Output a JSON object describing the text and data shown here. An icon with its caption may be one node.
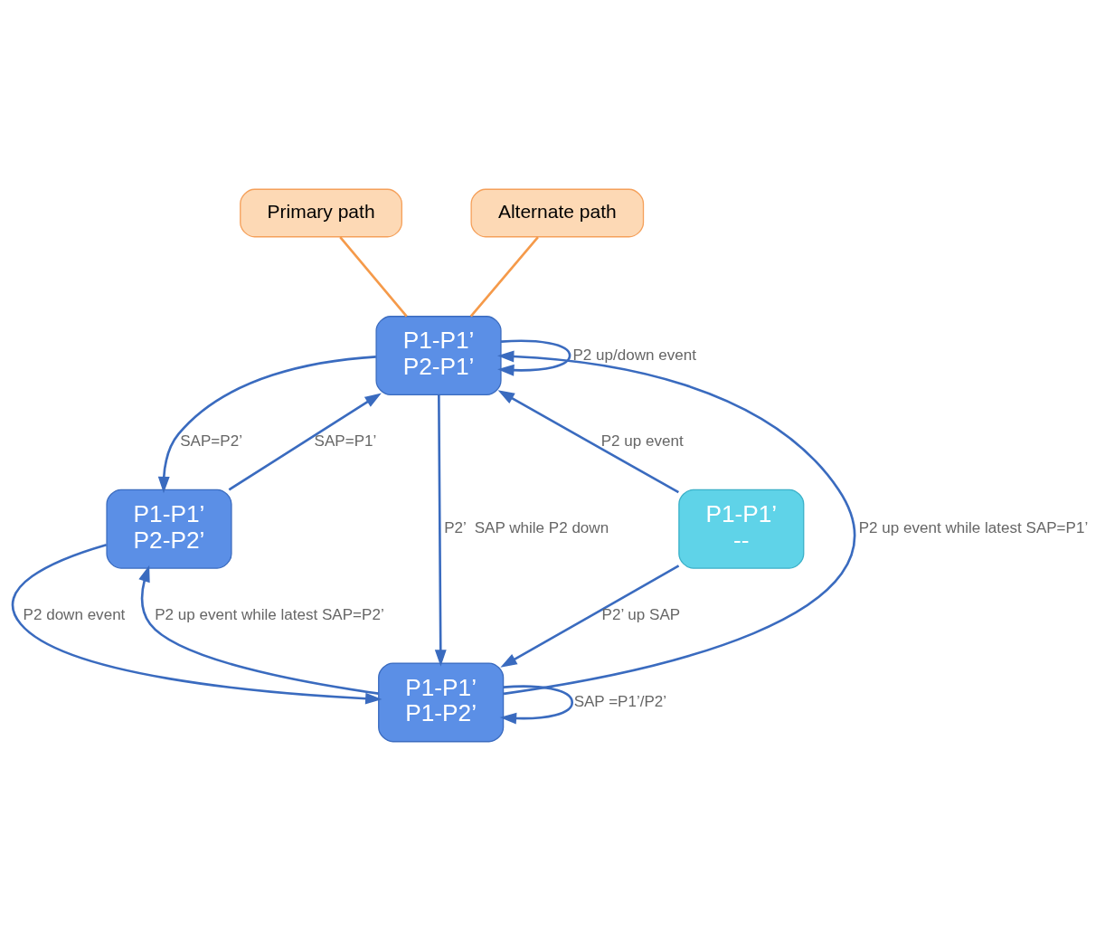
{
  "diagram": {
    "nodes": [
      {
        "text": [
          "Primary path"
        ]
      },
      {
        "text": [
          "Alternate path"
        ]
      },
      {
        "text": [
          "P1-P1’",
          "P2-P1’"
        ]
      },
      {
        "text": [
          "P1-P1’",
          "--"
        ]
      },
      {
        "text": [
          "P1-P1’",
          "P2-P2’"
        ]
      },
      {
        "text": [
          "P1-P1’",
          "P1-P2’"
        ]
      }
    ],
    "edges": [
      {
        "from": 0,
        "to": 2,
        "arrow": "none",
        "color": "#f59a4a"
      },
      {
        "from": 1,
        "to": 2,
        "arrow": "none",
        "color": "#f59a4a"
      },
      {
        "from": 2,
        "to": 2,
        "arrow": "to",
        "label": "P2 up/down event"
      },
      {
        "from": 3,
        "to": 2,
        "arrow": "to",
        "label": "P2 up event"
      },
      {
        "from": 2,
        "to": 4,
        "arrow": "to",
        "label": "SAP=P2’"
      },
      {
        "from": 4,
        "to": 2,
        "arrow": "to",
        "label": "SAP=P1’"
      },
      {
        "from": 5,
        "to": 2,
        "arrow": "to",
        "label": "P2 up event while latest SAP=P1’"
      },
      {
        "from": 2,
        "to": 5,
        "arrow": "to",
        "label": "P2’  SAP while P2 down"
      },
      {
        "from": 3,
        "to": 5,
        "arrow": "to",
        "label": "P2’ up SAP"
      },
      {
        "from": 5,
        "to": 4,
        "arrow": "to",
        "label": "P2 up event while latest SAP=P2’"
      },
      {
        "from": 4,
        "to": 5,
        "arrow": "to",
        "label": "P2 down event"
      },
      {
        "from": 5,
        "to": 5,
        "arrow": "to",
        "label": "SAP =P1’/P2’"
      }
    ]
  }
}
